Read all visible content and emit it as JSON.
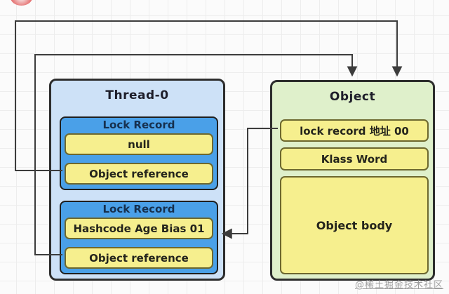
{
  "thread": {
    "title": "Thread-0",
    "record1": {
      "title": "Lock Record",
      "row1": "null",
      "row2": "Object reference"
    },
    "record2": {
      "title": "Lock Record",
      "row1": "Hashcode Age Bias 01",
      "row2": "Object reference"
    }
  },
  "object": {
    "title": "Object",
    "row1": "lock record 地址 00",
    "row2": "Klass Word",
    "row3": "Object body"
  },
  "watermark": "@稀土掘金技术社区",
  "colors": {
    "thread_fill": "#cde1f7",
    "lock_record_fill": "#4aa0e8",
    "cell_fill": "#f6ef8e",
    "cell_border": "#6d682f",
    "object_fill": "#dff0cb",
    "box_border": "#2d2d2d",
    "connector": "#3c3c3c",
    "red_marker": "#e25d5d"
  }
}
